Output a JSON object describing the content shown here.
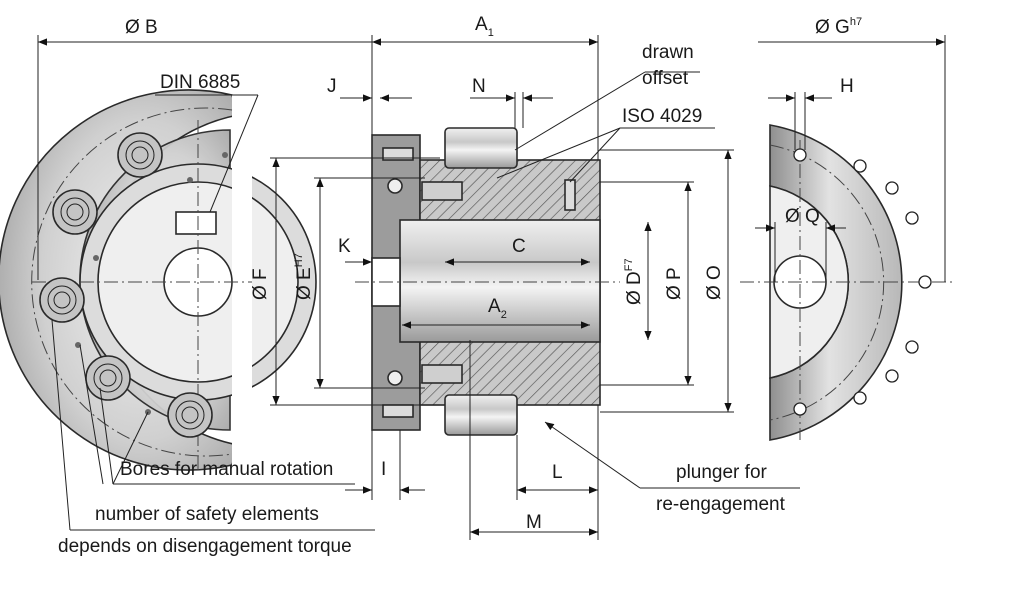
{
  "dimensions": {
    "b": "Ø B",
    "a1": "A",
    "a1_sub": "1",
    "g": "Ø G",
    "g_sup": "h7",
    "j": "J",
    "n": "N",
    "h": "H",
    "k": "K",
    "c": "C",
    "f": "Ø F",
    "e": "Ø E",
    "e_sup": "H7",
    "d": "Ø D",
    "d_sup": "F7",
    "p": "Ø P",
    "o": "Ø O",
    "a2": "A",
    "a2_sub": "2",
    "q": "Ø Q",
    "i": "I",
    "l": "L",
    "m": "M"
  },
  "annotations": {
    "din": "DIN 6885",
    "drawn_1": "drawn",
    "drawn_2": "offset",
    "iso": "ISO 4029",
    "bores": "Bores for manual rotation",
    "safety_1": "number of safety elements",
    "safety_2": "depends on disengagement torque",
    "plunger_1": "plunger for",
    "plunger_2": "re-engagement"
  },
  "colors": {
    "metal_light": "#e4e4e4",
    "metal_mid": "#b9b9b9",
    "metal_dark": "#8a8a8a",
    "line": "#1a1a1a"
  }
}
